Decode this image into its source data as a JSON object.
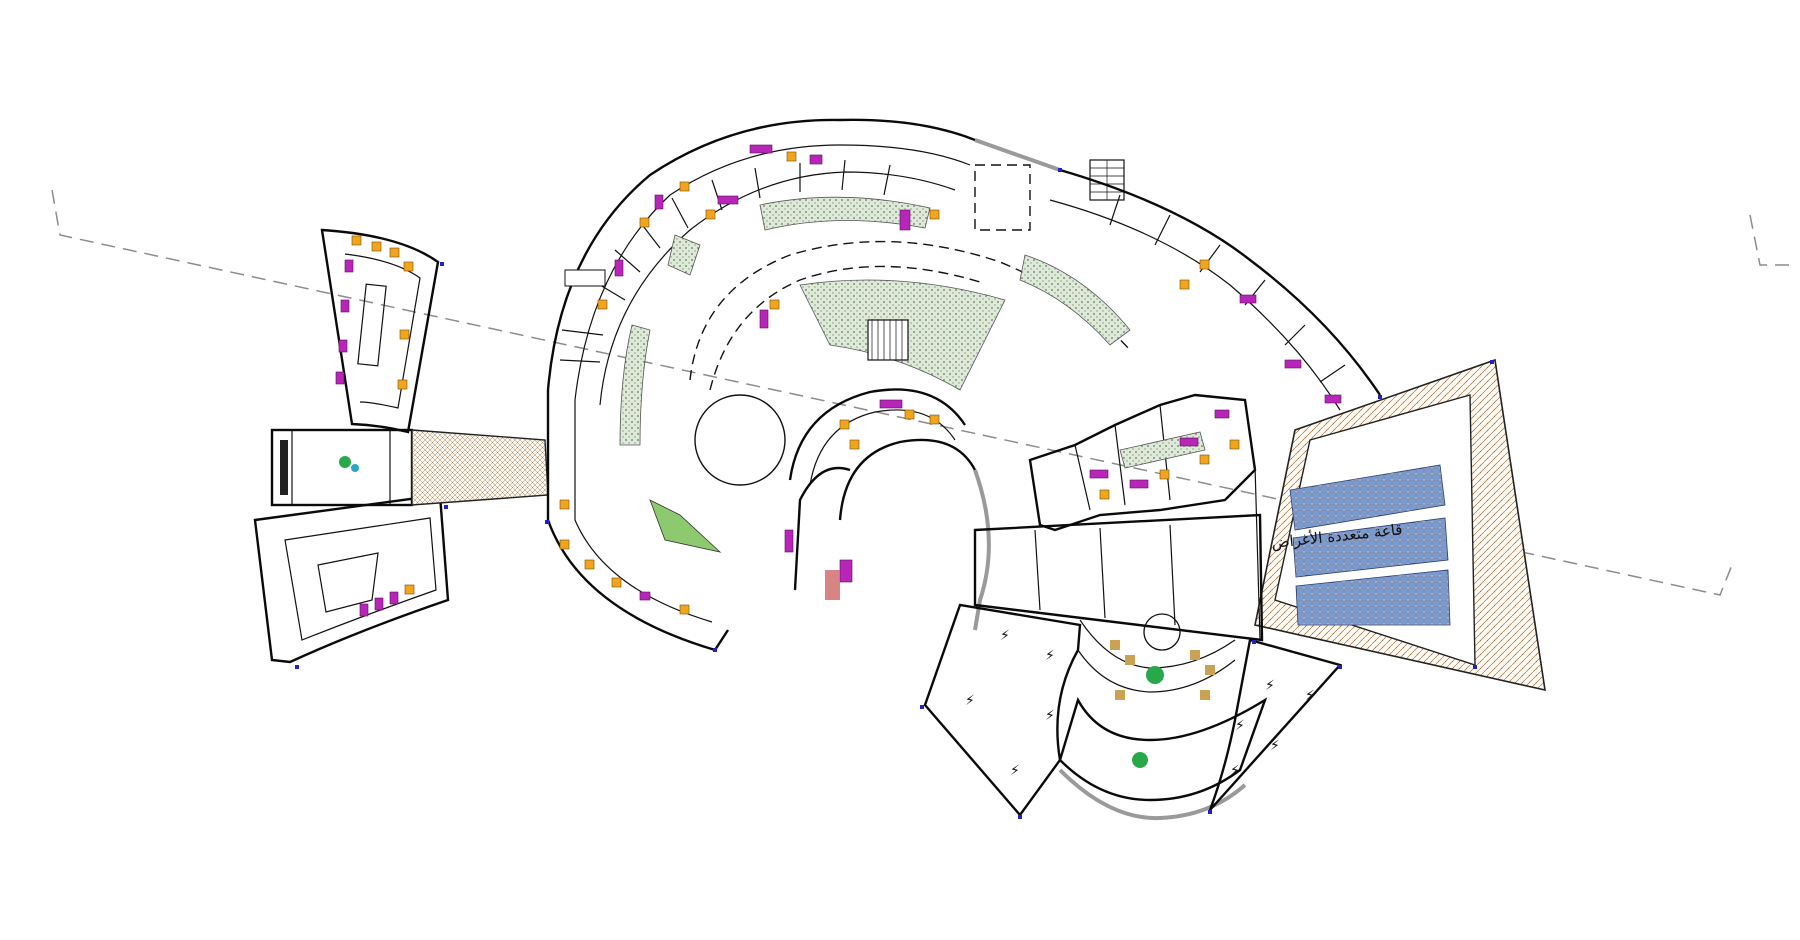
{
  "labels": {
    "hall": "قاعة متعددة الأغراض"
  },
  "colors": {
    "walls": "#0a0a0a",
    "columns": "#1d22c9",
    "furniture_orange": "#f1a51c",
    "furniture_magenta": "#b726b8",
    "seating": "#5b7fb8",
    "landscape": "#c7d6c0",
    "ramp": "#a0784e",
    "axis_line": "#8c8c8c"
  },
  "icons": [
    "landscape-hatch",
    "stair-icon",
    "seating-block",
    "furniture-block",
    "column-marker",
    "green-feature"
  ]
}
